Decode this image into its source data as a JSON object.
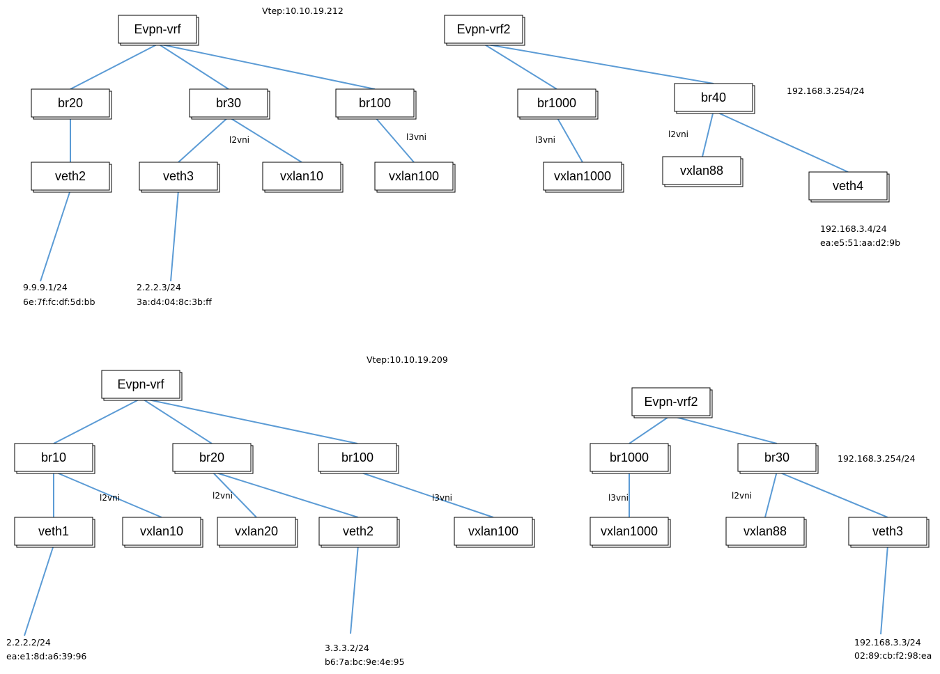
{
  "colors": {
    "edge": "#5b9bd5",
    "box_border": "#000000",
    "background": "#ffffff"
  },
  "top": {
    "vtep": "Vtep:10.10.19.212",
    "vrf1": {
      "root": "Evpn-vrf",
      "br20": "br20",
      "br30": "br30",
      "br100": "br100",
      "veth2": "veth2",
      "veth3": "veth3",
      "vxlan10": "vxlan10",
      "vxlan100": "vxlan100",
      "l2vni": "l2vni",
      "l3vni": "l3vni",
      "veth2_ip": "9.9.9.1/24",
      "veth2_mac": "6e:7f:fc:df:5d:bb",
      "veth3_ip": "2.2.2.3/24",
      "veth3_mac": "3a:d4:04:8c:3b:ff"
    },
    "vrf2": {
      "root": "Evpn-vrf2",
      "br1000": "br1000",
      "br40": "br40",
      "vxlan1000": "vxlan1000",
      "vxlan88": "vxlan88",
      "veth4": "veth4",
      "l3vni": "l3vni",
      "l2vni": "l2vni",
      "gw": "192.168.3.254/24",
      "veth4_ip": "192.168.3.4/24",
      "veth4_mac": "ea:e5:51:aa:d2:9b"
    }
  },
  "bottom": {
    "vtep": "Vtep:10.10.19.209",
    "vrf1": {
      "root": "Evpn-vrf",
      "br10": "br10",
      "br20": "br20",
      "br100": "br100",
      "veth1": "veth1",
      "vxlan10": "vxlan10",
      "vxlan20": "vxlan20",
      "veth2": "veth2",
      "vxlan100": "vxlan100",
      "l2vni_a": "l2vni",
      "l2vni_b": "l2vni",
      "l3vni": "l3vni",
      "veth1_ip": "2.2.2.2/24",
      "veth1_mac": "ea:e1:8d:a6:39:96",
      "veth2_ip": "3.3.3.2/24",
      "veth2_mac": "b6:7a:bc:9e:4e:95"
    },
    "vrf2": {
      "root": "Evpn-vrf2",
      "br1000": "br1000",
      "br30": "br30",
      "vxlan1000": "vxlan1000",
      "vxlan88": "vxlan88",
      "veth3": "veth3",
      "l3vni": "l3vni",
      "l2vni": "l2vni",
      "gw": "192.168.3.254/24",
      "veth3_ip": "192.168.3.3/24",
      "veth3_mac": "02:89:cb:f2:98:ea"
    }
  }
}
